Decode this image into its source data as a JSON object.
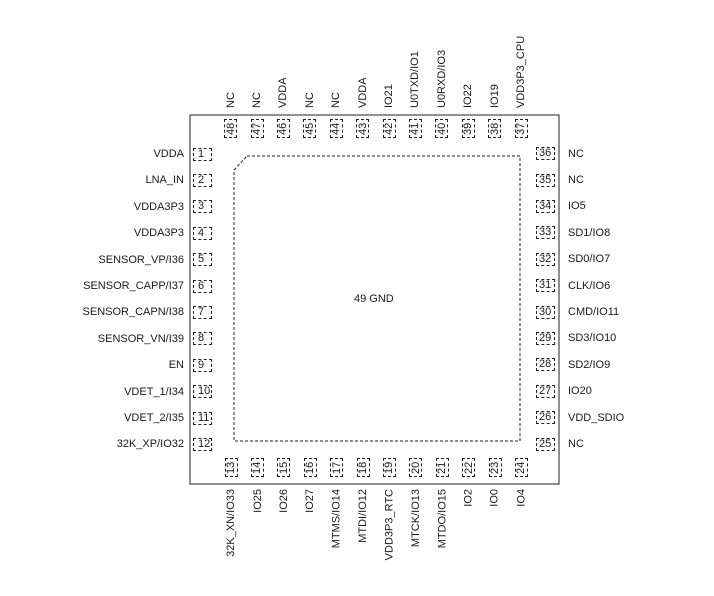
{
  "diagram": {
    "center_label": "49 GND",
    "left_pins": [
      {
        "num": "1",
        "label": "VDDA"
      },
      {
        "num": "2",
        "label": "LNA_IN"
      },
      {
        "num": "3",
        "label": "VDDA3P3"
      },
      {
        "num": "4",
        "label": "VDDA3P3"
      },
      {
        "num": "5",
        "label": "SENSOR_VP/I36"
      },
      {
        "num": "6",
        "label": "SENSOR_CAPP/I37"
      },
      {
        "num": "7",
        "label": "SENSOR_CAPN/I38"
      },
      {
        "num": "8",
        "label": "SENSOR_VN/I39"
      },
      {
        "num": "9",
        "label": "EN"
      },
      {
        "num": "10",
        "label": "VDET_1/I34"
      },
      {
        "num": "11",
        "label": "VDET_2/I35"
      },
      {
        "num": "12",
        "label": "32K_XP/IO32"
      }
    ],
    "bottom_pins": [
      {
        "num": "13",
        "label": "32K_XN/IO33"
      },
      {
        "num": "14",
        "label": "IO25"
      },
      {
        "num": "15",
        "label": "IO26"
      },
      {
        "num": "16",
        "label": "IO27"
      },
      {
        "num": "17",
        "label": "MTMS/IO14"
      },
      {
        "num": "18",
        "label": "MTDI/IO12"
      },
      {
        "num": "19",
        "label": "VDD3P3_RTC"
      },
      {
        "num": "20",
        "label": "MTCK/IO13"
      },
      {
        "num": "21",
        "label": "MTDO/IO15"
      },
      {
        "num": "22",
        "label": "IO2"
      },
      {
        "num": "23",
        "label": "IO0"
      },
      {
        "num": "24",
        "label": "IO4"
      }
    ],
    "right_pins": [
      {
        "num": "25",
        "label": "NC"
      },
      {
        "num": "26",
        "label": "VDD_SDIO"
      },
      {
        "num": "27",
        "label": "IO20"
      },
      {
        "num": "28",
        "label": "SD2/IO9"
      },
      {
        "num": "29",
        "label": "SD3/IO10"
      },
      {
        "num": "30",
        "label": "CMD/IO11"
      },
      {
        "num": "31",
        "label": "CLK/IO6"
      },
      {
        "num": "32",
        "label": "SD0/IO7"
      },
      {
        "num": "33",
        "label": "SD1/IO8"
      },
      {
        "num": "34",
        "label": "IO5"
      },
      {
        "num": "35",
        "label": "NC"
      },
      {
        "num": "36",
        "label": "NC"
      }
    ],
    "top_pins": [
      {
        "num": "37",
        "label": "VDD3P3_CPU"
      },
      {
        "num": "38",
        "label": "IO19"
      },
      {
        "num": "39",
        "label": "IO22"
      },
      {
        "num": "40",
        "label": "U0RXD/IO3"
      },
      {
        "num": "41",
        "label": "U0TXD/IO1"
      },
      {
        "num": "42",
        "label": "IO21"
      },
      {
        "num": "43",
        "label": "VDDA"
      },
      {
        "num": "44",
        "label": "NC"
      },
      {
        "num": "45",
        "label": "NC"
      },
      {
        "num": "46",
        "label": "VDDA"
      },
      {
        "num": "47",
        "label": "NC"
      },
      {
        "num": "48",
        "label": "NC"
      }
    ]
  }
}
